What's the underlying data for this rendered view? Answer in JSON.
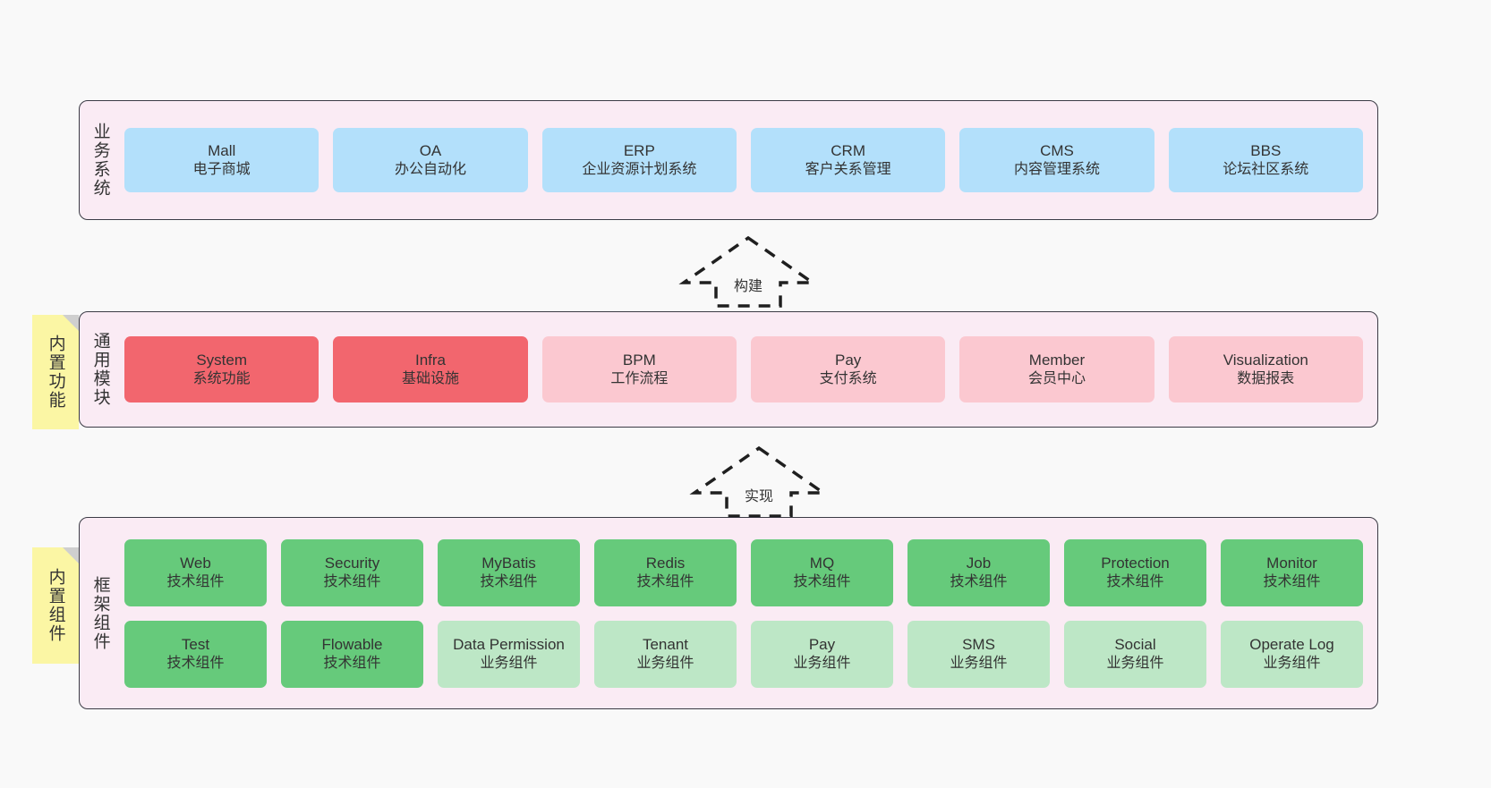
{
  "diagram": {
    "title": "",
    "background_color": "#f9f9f9",
    "layers": [
      {
        "id": "business",
        "caption": "业务系统",
        "rows": [
          {
            "cards": [
              {
                "name": "Mall",
                "desc": "电子商城",
                "color": "#b3e0fb"
              },
              {
                "name": "OA",
                "desc": "办公自动化",
                "color": "#b3e0fb"
              },
              {
                "name": "ERP",
                "desc": "企业资源计划系统",
                "color": "#b3e0fb"
              },
              {
                "name": "CRM",
                "desc": "客户关系管理",
                "color": "#b3e0fb"
              },
              {
                "name": "CMS",
                "desc": "内容管理系统",
                "color": "#b3e0fb"
              },
              {
                "name": "BBS",
                "desc": "论坛社区系统",
                "color": "#b3e0fb"
              }
            ]
          }
        ]
      },
      {
        "id": "common",
        "caption": "通用模块",
        "sticky": "内置功能",
        "rows": [
          {
            "cards": [
              {
                "name": "System",
                "desc": "系统功能",
                "color": "#f2666e"
              },
              {
                "name": "Infra",
                "desc": "基础设施",
                "color": "#f2666e"
              },
              {
                "name": "BPM",
                "desc": "工作流程",
                "color": "#fbc8d0"
              },
              {
                "name": "Pay",
                "desc": "支付系统",
                "color": "#fbc8d0"
              },
              {
                "name": "Member",
                "desc": "会员中心",
                "color": "#fbc8d0"
              },
              {
                "name": "Visualization",
                "desc": "数据报表",
                "color": "#fbc8d0"
              }
            ]
          }
        ]
      },
      {
        "id": "frame",
        "caption": "框架组件",
        "sticky": "内置组件",
        "rows": [
          {
            "cards": [
              {
                "name": "Web",
                "desc": "技术组件",
                "color": "#66ca7b"
              },
              {
                "name": "Security",
                "desc": "技术组件",
                "color": "#66ca7b"
              },
              {
                "name": "MyBatis",
                "desc": "技术组件",
                "color": "#66ca7b"
              },
              {
                "name": "Redis",
                "desc": "技术组件",
                "color": "#66ca7b"
              },
              {
                "name": "MQ",
                "desc": "技术组件",
                "color": "#66ca7b"
              },
              {
                "name": "Job",
                "desc": "技术组件",
                "color": "#66ca7b"
              },
              {
                "name": "Protection",
                "desc": "技术组件",
                "color": "#66ca7b"
              },
              {
                "name": "Monitor",
                "desc": "技术组件",
                "color": "#66ca7b"
              }
            ]
          },
          {
            "cards": [
              {
                "name": "Test",
                "desc": "技术组件",
                "color": "#66ca7b"
              },
              {
                "name": "Flowable",
                "desc": "技术组件",
                "color": "#66ca7b"
              },
              {
                "name": "Data Permission",
                "desc": "业务组件",
                "color": "#bde7c6"
              },
              {
                "name": "Tenant",
                "desc": "业务组件",
                "color": "#bde7c6"
              },
              {
                "name": "Pay",
                "desc": "业务组件",
                "color": "#bde7c6"
              },
              {
                "name": "SMS",
                "desc": "业务组件",
                "color": "#bde7c6"
              },
              {
                "name": "Social",
                "desc": "业务组件",
                "color": "#bde7c6"
              },
              {
                "name": "Operate Log",
                "desc": "业务组件",
                "color": "#bde7c6"
              }
            ]
          }
        ]
      }
    ],
    "connectors": [
      {
        "id": "build",
        "label": "构建",
        "style": "dashed-hollow-arrow-up"
      },
      {
        "id": "impl",
        "label": "实现",
        "style": "dashed-hollow-arrow-up"
      }
    ]
  }
}
